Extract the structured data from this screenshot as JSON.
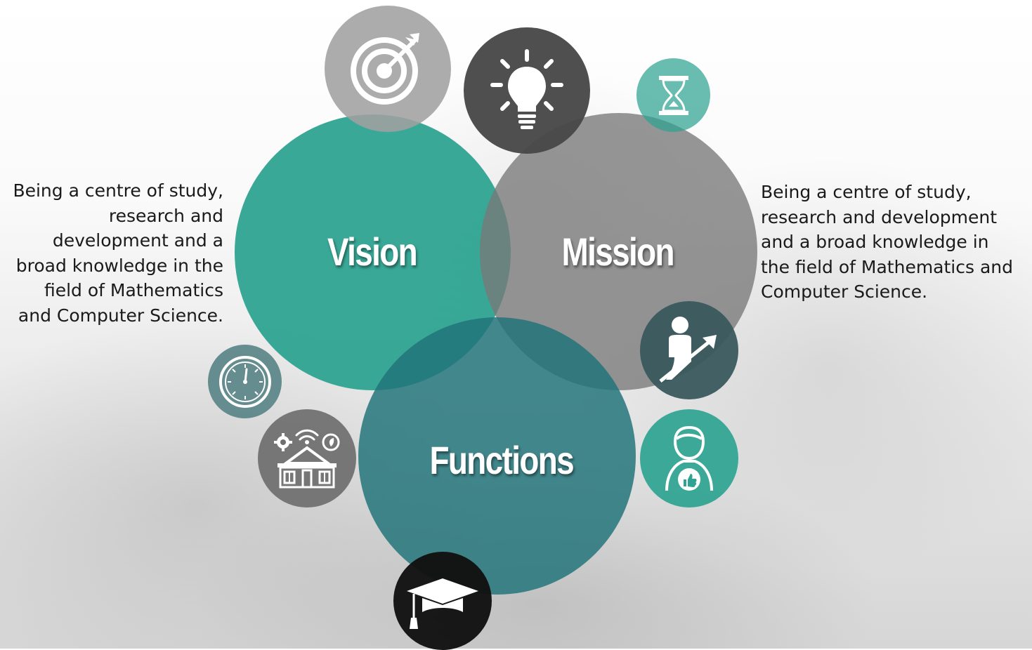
{
  "labels": {
    "vision": "Vision",
    "mission": "Mission",
    "functions": "Functions"
  },
  "descriptions": {
    "left_lines": [
      "Being a centre of study,",
      "research and",
      "development and a",
      "broad knowledge in the",
      "field of Mathematics",
      "and Computer Science."
    ],
    "right_lines": [
      "Being a centre of study,",
      "research and development",
      "and a broad knowledge in",
      "the field of Mathematics and",
      "Computer Science."
    ]
  },
  "icons": [
    "target-icon",
    "lightbulb-icon",
    "hourglass-icon",
    "stopwatch-icon",
    "smart-building-icon",
    "person-growth-icon",
    "user-thumbs-up-icon",
    "graduation-cap-icon"
  ],
  "colors": {
    "teal": "#2ea391",
    "mission_gray": "#888888",
    "functions_teal": "#2e7c83",
    "dark_gray": "#4a4a4a",
    "light_gray": "#9e9e9e",
    "black": "#141414"
  }
}
